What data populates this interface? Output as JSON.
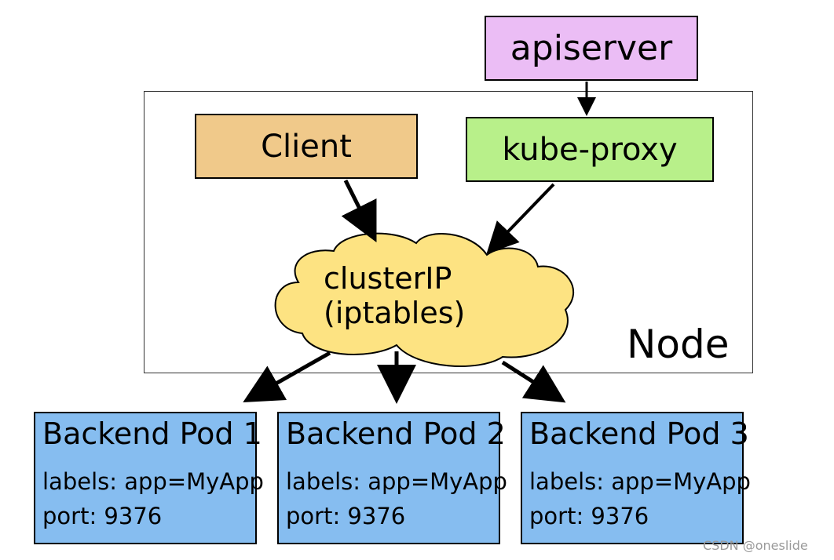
{
  "apiserver": {
    "label": "apiserver"
  },
  "node": {
    "label": "Node"
  },
  "client": {
    "label": "Client"
  },
  "kube_proxy": {
    "label": "kube-proxy"
  },
  "cluster_ip": {
    "line1": "clusterIP",
    "line2": "(iptables)"
  },
  "pods": [
    {
      "title": "Backend Pod 1",
      "labels": "labels: app=MyApp",
      "port": "port: 9376"
    },
    {
      "title": "Backend Pod 2",
      "labels": "labels: app=MyApp",
      "port": "port: 9376"
    },
    {
      "title": "Backend Pod 3",
      "labels": "labels: app=MyApp",
      "port": "port: 9376"
    }
  ],
  "watermark": "CSDN @oneslide",
  "colors": {
    "apiserver": "#ebbdf5",
    "client": "#f0c98a",
    "kube_proxy": "#b8f08a",
    "cloud": "#fde382",
    "pod": "#86bdf0"
  }
}
